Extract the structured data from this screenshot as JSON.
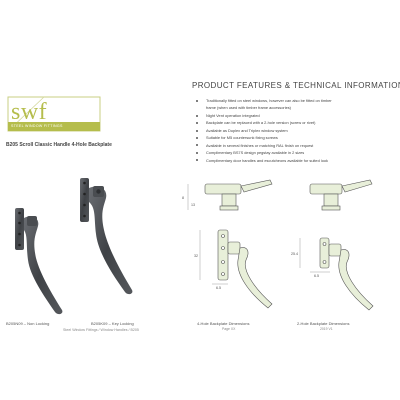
{
  "brand": {
    "logo_text": "swf",
    "strap": "STEEL WINDOW FITTINGS",
    "accent_color": "#b5bd4c"
  },
  "product": {
    "title": "B205 Scroll Classic Handle 4-Hole Backplate",
    "captions": {
      "non_locking": "B205N09 – Non Locking",
      "key_locking": "B205K09 – Key Locking"
    },
    "breadcrumb": "Steel Window Fittings / Window Handles / B205"
  },
  "features": {
    "title": "PRODUCT FEATURES & TECHNICAL INFORMATION",
    "items": [
      "Traditionally fitted on steel windows, however can also be fitted on timber",
      "frame (when used with timber frame accessories)",
      "Night Vent operation integrated",
      "Backplate can be replaced with a 2-hole version (screw or rivet)",
      "Available as Duplex and Triplex window system",
      "Suitable for M5 countersunk fixing screws",
      "Available in several finishes or matching RAL finish on request",
      "Complimentary BS7S design pegstay available in 2 sizes",
      "Complimentary door handles and escutcheons available for suited look"
    ]
  },
  "drawings": {
    "four_hole": {
      "caption": "4-Hole Backplate Dimensions",
      "sub": "Page XX"
    },
    "two_hole": {
      "caption": "2-Hole Backplate Dimensions",
      "sub": "2019 V1"
    },
    "dims": {
      "a": "8",
      "b": "13",
      "c": "32",
      "d": "6.5",
      "e": "25.4",
      "f": "6.5"
    }
  }
}
